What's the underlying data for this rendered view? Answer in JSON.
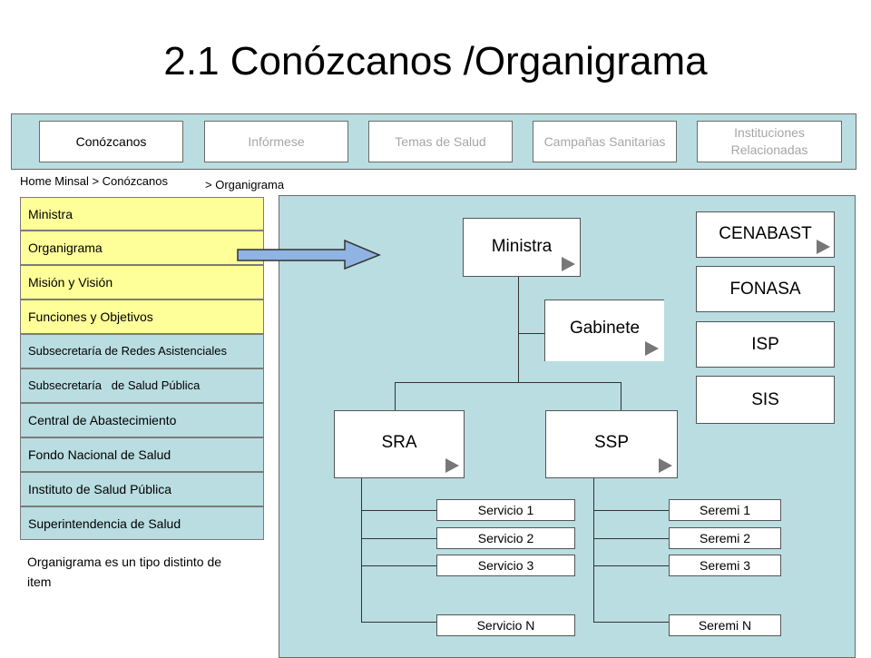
{
  "title": "2.1 Conózcanos /Organigrama",
  "nav": [
    {
      "label": "Conózcanos",
      "active": true
    },
    {
      "label": "Infórmese",
      "active": false
    },
    {
      "label": "Temas de Salud",
      "active": false
    },
    {
      "label": "Campañas Sanitarias",
      "active": false
    },
    {
      "label": "Instituciones Relacionadas",
      "active": false
    }
  ],
  "breadcrumb": {
    "part1": "Home Minsal > Conózcanos",
    "part2": "> Organigrama"
  },
  "sidebar": [
    {
      "label": "Ministra"
    },
    {
      "label": "Organigrama"
    },
    {
      "label": "Misión y Visión"
    },
    {
      "label": "Funciones y Objetivos"
    },
    {
      "label": "Subsecretaría de Redes Asistenciales"
    },
    {
      "label": "Subsecretaría   de Salud Pública"
    },
    {
      "label": "Central de Abastecimiento"
    },
    {
      "label": "Fondo Nacional de Salud"
    },
    {
      "label": "Instituto de Salud Pública"
    },
    {
      "label": "Superintendencia de Salud"
    }
  ],
  "note": "Organigrama es un tipo distinto de item",
  "org": {
    "ministra": "Ministra",
    "gabinete": "Gabinete",
    "sra": "SRA",
    "ssp": "SSP",
    "institutions": [
      "CENABAST",
      "FONASA",
      "ISP",
      "SIS"
    ],
    "servicios": [
      "Servicio 1",
      "Servicio 2",
      "Servicio 3",
      "Servicio N"
    ],
    "seremis": [
      "Seremi 1",
      "Seremi 2",
      "Seremi 3",
      "Seremi N"
    ]
  },
  "colors": {
    "panel": "#b9dde1",
    "highlight": "#ffff99",
    "arrow": "#8fb4e3"
  }
}
